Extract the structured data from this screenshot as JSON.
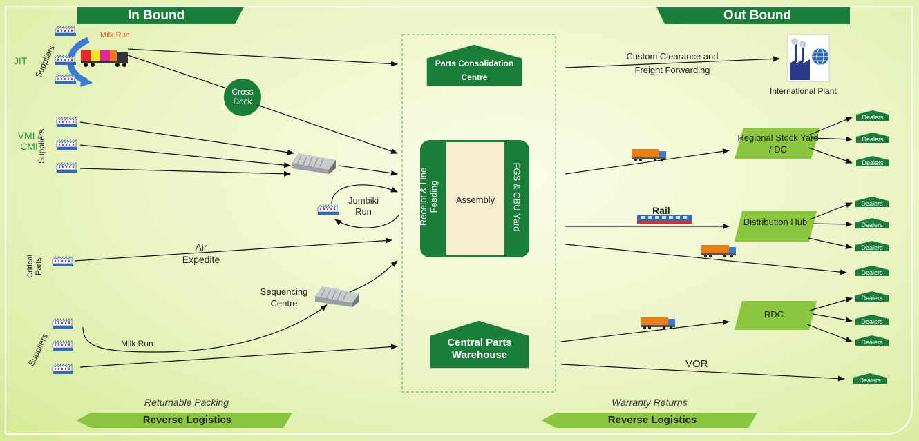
{
  "headers": {
    "inbound": "In Bound",
    "outbound": "Out Bound"
  },
  "inbound": {
    "jit": "JIT",
    "suppliers": "Suppliers",
    "milk_run_top": "Milk Run",
    "cross_dock": "Cross Dock",
    "vmi_cmi": "VMI / CMI",
    "jumbiki_run": "Jumbiki Run",
    "critical_parts": "Critical Parts",
    "air_expedite": "Air Expedite",
    "sequencing_centre": "Sequencing Centre",
    "milk_run_bottom": "Milk Run"
  },
  "center": {
    "parts_consolidation": "Parts Consolidation Centre",
    "receipt_line_feeding": "Receipt & Line Feeding",
    "assembly": "Assembly",
    "fgs_cbu_yard": "FGS & CBU Yard",
    "central_parts_warehouse": "Central Parts Warehouse"
  },
  "outbound": {
    "custom_clearance": "Custom Clearance and Freight Forwarding",
    "international_plant": "International Plant",
    "regional_stock_yard": "Regional Stock Yard / DC",
    "rail": "Rail",
    "distribution_hub": "Distribution Hub",
    "rdc": "RDC",
    "vor": "VOR",
    "dealers": "Dealers"
  },
  "footer": {
    "returnable_packing": "Returnable Packing",
    "warranty_returns": "Warranty Returns",
    "reverse_logistics_left": "Reverse Logistics",
    "reverse_logistics_right": "Reverse Logistics"
  },
  "colors": {
    "dark_green": "#1a7a3a",
    "light_green": "#8cc63f",
    "header_green": "#1b7d3a",
    "truck_orange": "#f07a1a"
  }
}
